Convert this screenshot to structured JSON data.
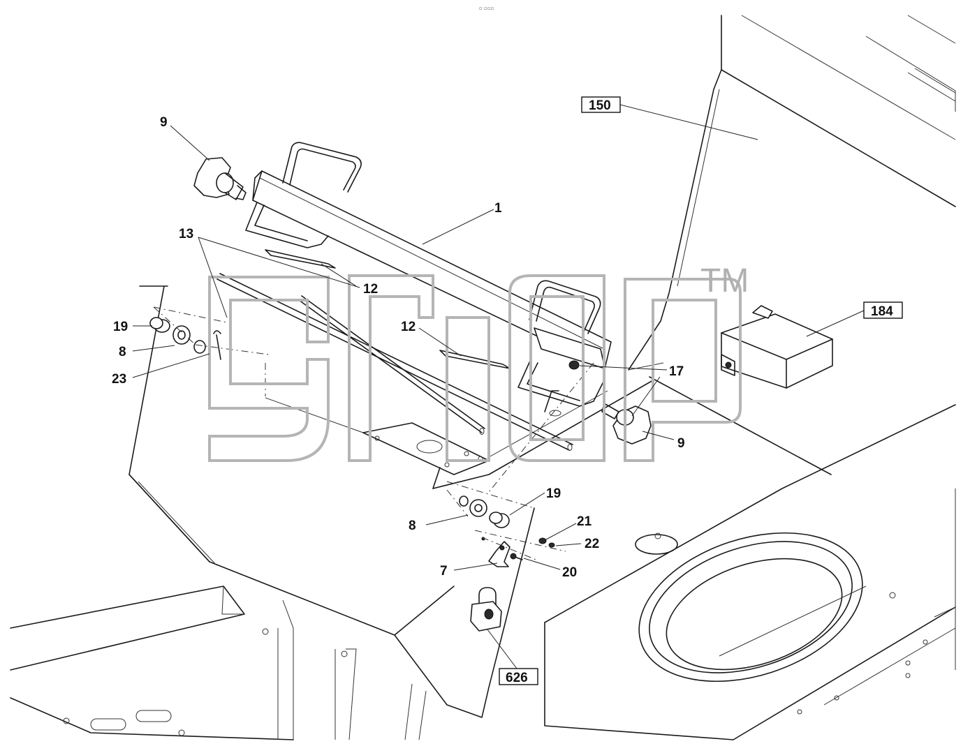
{
  "header": {
    "mark": "▫ ▫▫▫"
  },
  "watermark": {
    "trademark": "TM"
  },
  "callouts": {
    "c1": "1",
    "c7": "7",
    "c8a": "8",
    "c8b": "8",
    "c9a": "9",
    "c9b": "9",
    "c12a": "12",
    "c12b": "12",
    "c13": "13",
    "c17": "17",
    "c19a": "19",
    "c19b": "19",
    "c20": "20",
    "c21": "21",
    "c22": "22",
    "c23": "23",
    "c150": "150",
    "c184": "184",
    "c626": "626"
  }
}
